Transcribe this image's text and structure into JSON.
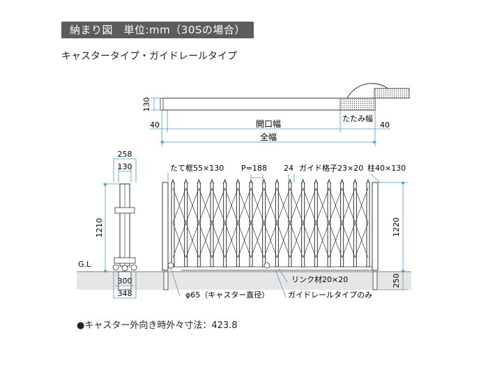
{
  "header": {
    "title": "納まり図　単位:mm（30Sの場合）"
  },
  "subtitle": "キャスタータイプ・ガイドレールタイプ",
  "top_view": {
    "depth": "130",
    "left_margin": "40",
    "right_margin": "40",
    "opening_width": "開口幅",
    "full_width": "全幅",
    "folded_width": "たたみ幅"
  },
  "side_view": {
    "width_total": "258",
    "width_post": "130",
    "height": "1210",
    "ground_label": "G.L",
    "base_300": "300",
    "base_348": "348"
  },
  "front_view": {
    "post_frame": "たて框55×130",
    "pitch": "P=188",
    "gap": "24",
    "guide_lattice": "ガイド格子23×20",
    "pillar": "柱40×130",
    "height": "1220",
    "embed": "250",
    "link_material": "リンク材20×20",
    "caster": "φ65（キャスター直径）",
    "guide_rail_only": "ガイドレールタイプのみ"
  },
  "footnote": "●キャスター外向き時外々寸法：423.8"
}
